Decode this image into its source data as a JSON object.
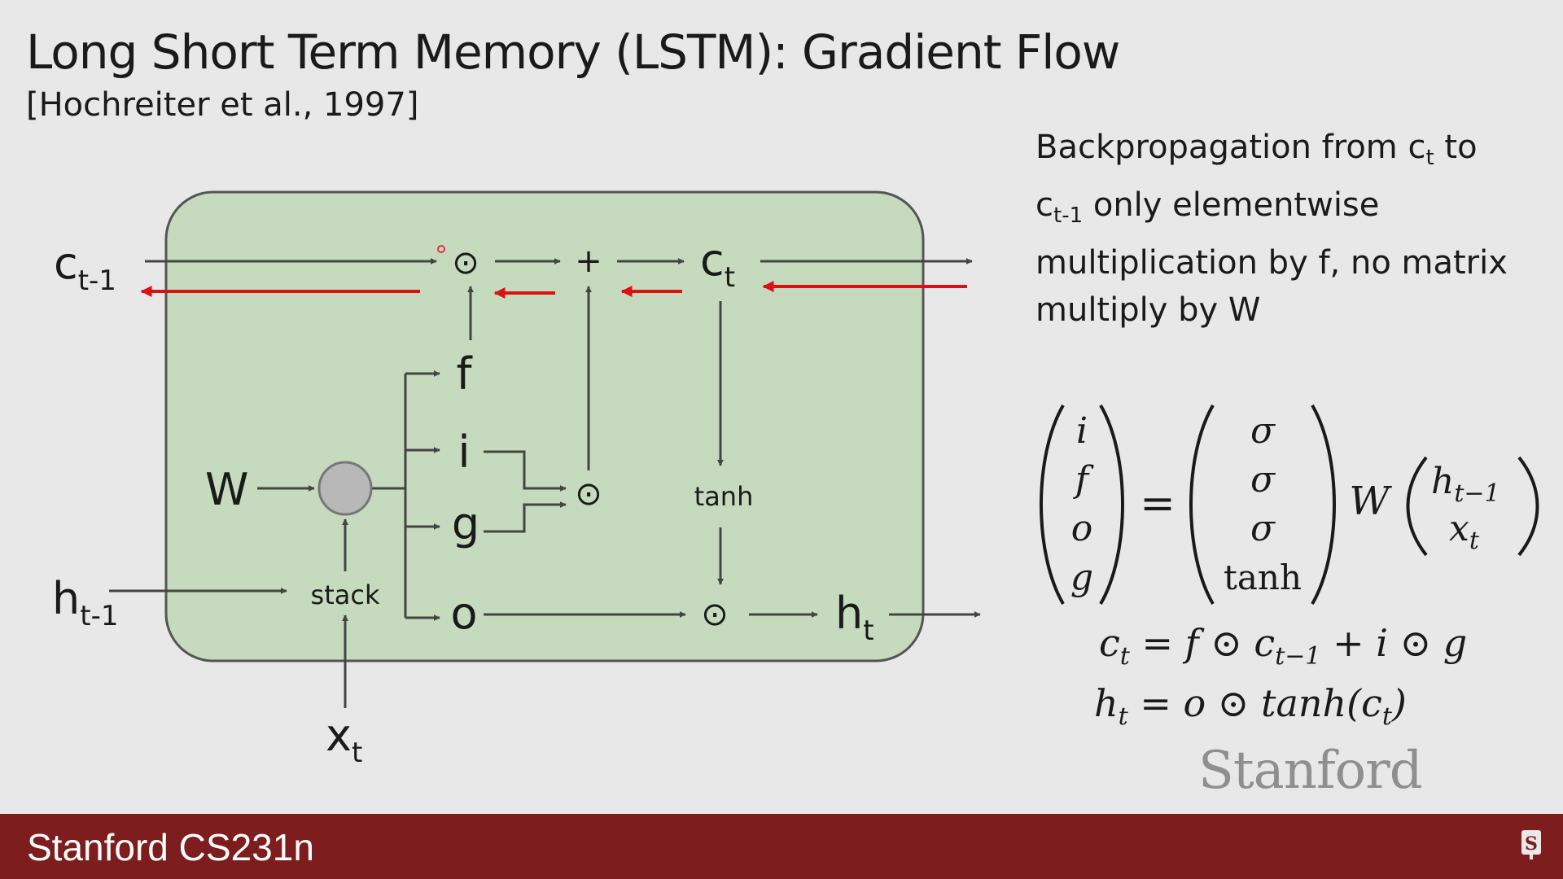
{
  "slide": {
    "title": "Long Short Term Memory (LSTM): Gradient Flow",
    "citation": "[Hochreiter et al., 1997]"
  },
  "note": {
    "line1_pre": "Backpropagation from c",
    "line1_sub": "t",
    "line1_post": " to",
    "line2_pre": "c",
    "line2_sub": "t-1",
    "line2_post": " only elementwise",
    "line3": "multiplication by f, no matrix",
    "line4": "multiply by W"
  },
  "diagram": {
    "c_prev": {
      "base": "c",
      "sub": "t-1"
    },
    "c_t": {
      "base": "c",
      "sub": "t"
    },
    "h_prev": {
      "base": "h",
      "sub": "t-1"
    },
    "h_t": {
      "base": "h",
      "sub": "t"
    },
    "x_t": {
      "base": "x",
      "sub": "t"
    },
    "w": "W",
    "stack": "stack",
    "tanh": "tanh",
    "gate_f": "f",
    "gate_i": "i",
    "gate_g": "g",
    "gate_o": "o",
    "op_mult": "⊙",
    "op_plus": "+",
    "colors": {
      "cell_fill": "#c6dabe",
      "cell_stroke": "#555555",
      "arrow": "#444444",
      "gradient_arrow": "#dd1111",
      "node_fill": "#b8b8b8"
    }
  },
  "equations": {
    "vec_left": [
      "i",
      "f",
      "o",
      "g"
    ],
    "equals": "=",
    "vec_mid": [
      "σ",
      "σ",
      "σ",
      "tanh"
    ],
    "w": "W",
    "vec_right": [
      "h",
      "x"
    ],
    "vec_right_subs": [
      "t−1",
      "t"
    ],
    "eq_c": {
      "lhs": "c",
      "lhs_sub": "t",
      "rhs_1": " = f ⊙ c",
      "rhs_1_sub": "t−1",
      "rhs_2": " + i ⊙ g"
    },
    "eq_h": {
      "lhs": "h",
      "lhs_sub": "t",
      "rhs_1": " = o ⊙ tanh(c",
      "rhs_1_sub": "t",
      "rhs_2": ")"
    }
  },
  "watermark": "Stanford",
  "footer": {
    "course": "Stanford CS231n",
    "logo_icon": "stanford-tree-logo-icon"
  }
}
